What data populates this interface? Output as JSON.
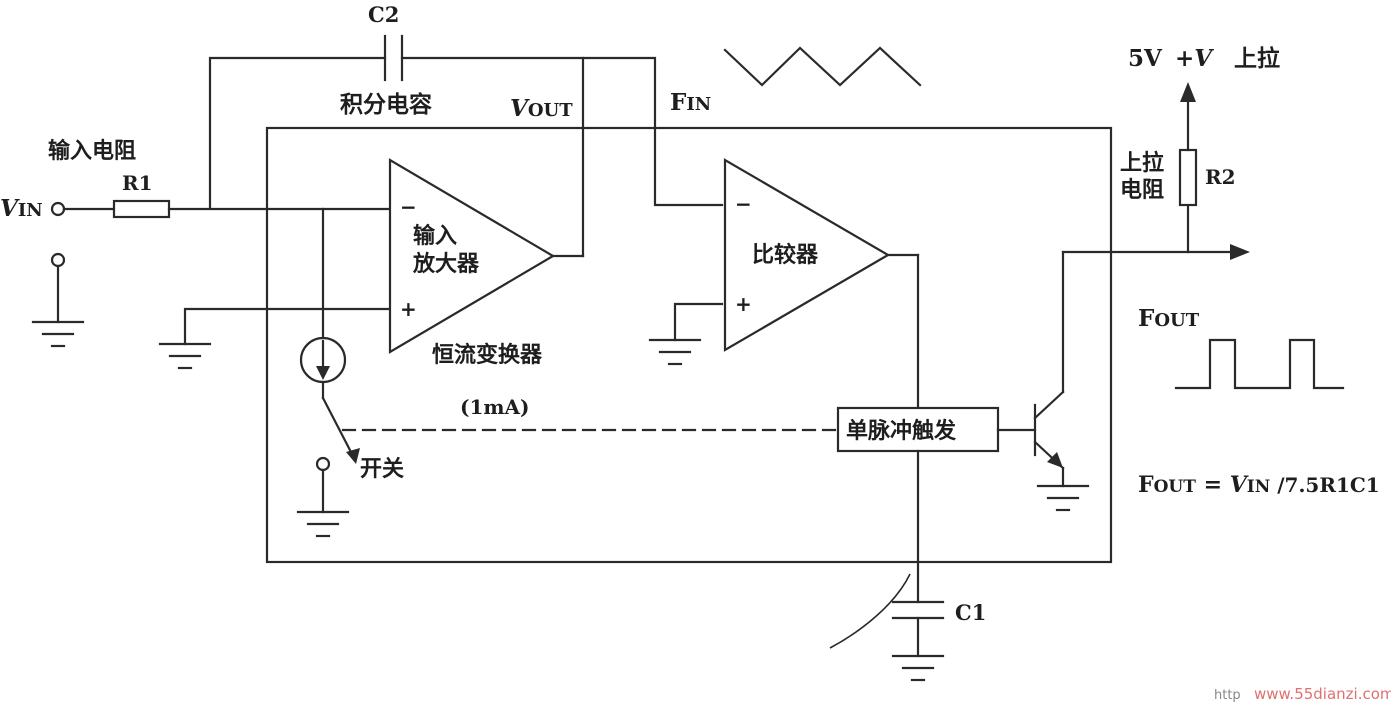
{
  "labels": {
    "c2": "C2",
    "integrating_cap": "积分电容",
    "vout_v": "V",
    "vout_sub": "OUT",
    "fin_f": "F",
    "fin_sub": "IN",
    "supply": "5V",
    "plus_v": "+V",
    "pullup_top": "上拉",
    "input_resistor": "输入电阻",
    "r1": "R1",
    "vin_v": "V",
    "vin_sub": "IN",
    "input_amp_line1": "输入",
    "input_amp_line2": "放大器",
    "comparator": "比较器",
    "pullup_res_line1": "上拉",
    "pullup_res_line2": "电阻",
    "r2": "R2",
    "fout_f": "F",
    "fout_sub": "OUT",
    "current_converter": "恒流变换器",
    "current_value": "(1mA)",
    "one_shot": "单脉冲触发",
    "switch": "开关",
    "c1": "C1",
    "minus": "−",
    "plus": "+",
    "formula": {
      "f": "F",
      "f_sub": "OUT",
      "eq": " = ",
      "v": "V",
      "v_sub": "IN",
      "rest": " /7.5R1C1"
    }
  },
  "watermark": {
    "prefix": "http",
    "site": "www.55dianzi.com"
  },
  "colors": {
    "ink": "#2a2a2a",
    "watermark": "#e07070"
  }
}
